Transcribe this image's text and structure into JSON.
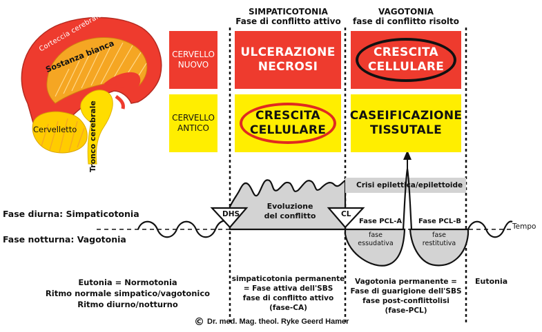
{
  "headers": {
    "sympathetic_title": "SIMPATICOTONIA",
    "sympathetic_sub": "Fase di conflitto attivo",
    "vagotonia_title": "VAGOTONIA",
    "vagotonia_sub": "fase di conflitto risolto"
  },
  "brain": {
    "cortex": "Corteccia cerebrale",
    "white_matter": "Sostanza bianca",
    "cerebellum": "Cervelletto",
    "brainstem": "Tronco cerebrale"
  },
  "rows": {
    "new_brain_line1": "CERVELLO",
    "new_brain_line2": "NUOVO",
    "old_brain_line1": "CERVELLO",
    "old_brain_line2": "ANTICO"
  },
  "cells": {
    "ulceration_line1": "ULCERAZIONE",
    "ulceration_line2": "NECROSI",
    "growth_active_line1": "CRESCITA",
    "growth_active_line2": "CELLULARE",
    "growth_healing_line1": "CRESCITA",
    "growth_healing_line2": "CELLULARE",
    "caseification_line1": "CASEIFICAZIONE",
    "caseification_line2": "TISSUTALE"
  },
  "curve": {
    "crisis": "Crisi epilettica/epilettoide",
    "evolution_line1": "Evoluzione",
    "evolution_line2": "del conflitto",
    "dhs": "DHS",
    "cl": "CL",
    "pcl_a": "Fase PCL-A",
    "pcl_b": "Fase PCL-B",
    "exudative_line1": "fase",
    "exudative_line2": "essudativa",
    "restitutive_line1": "fase",
    "restitutive_line2": "restitutiva",
    "time": "Tempo"
  },
  "left_labels": {
    "day_phase": "Fase diurna: Simpaticotonia",
    "night_phase": "Fase notturna: Vagotonia"
  },
  "bottom": {
    "eutonia_line1": "Eutonia = Normotonia",
    "eutonia_line2": "Ritmo normale simpatico/vagotonico",
    "eutonia_line3": "Ritmo diurno/notturno",
    "ca_line1": "simpaticotonia permanente",
    "ca_line2": "= Fase attiva dell'SBS",
    "ca_line3": "fase di conflitto attivo",
    "ca_line4": "(fase-CA)",
    "pcl_line1": "Vagotonia permanente =",
    "pcl_line2": "Fase di guarigione dell'SBS",
    "pcl_line3": "fase post-conflittolisi",
    "pcl_line4": "(fase-PCL)",
    "eutonia_right": "Eutonia",
    "copyright_symbol": "©",
    "copyright": "Dr. med. Mag. theol. Ryke Geerd Hamer"
  },
  "colors": {
    "red": "#ee3b2e",
    "yellow": "#ffee00",
    "orange": "#f5a623",
    "gray_fill": "#d3d3d3"
  }
}
